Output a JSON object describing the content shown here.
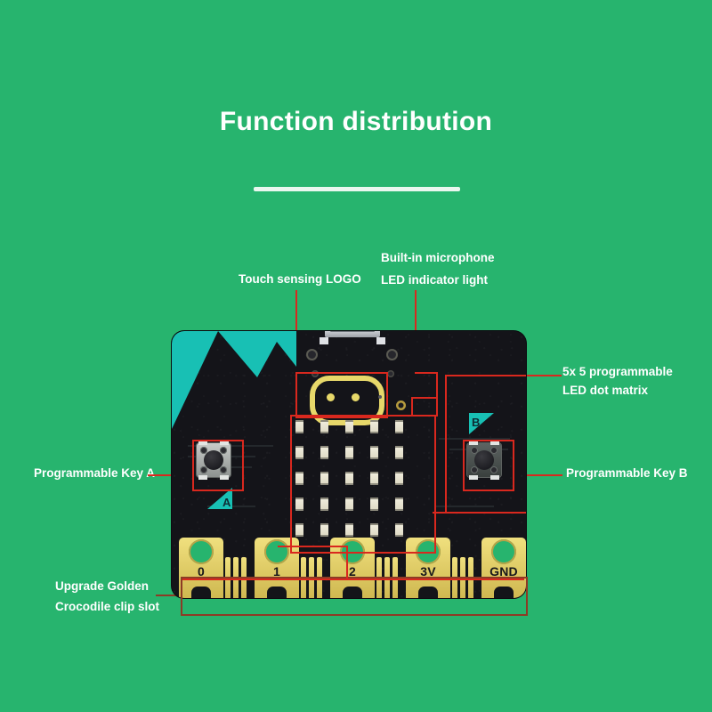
{
  "page": {
    "title": "Function distribution",
    "background_color": "#27b46e",
    "accent_red": "#d9281e",
    "accent_teal": "#18c0b4",
    "gold": "#e7d86a",
    "board_color": "#141419"
  },
  "callouts": [
    {
      "id": "touch-logo",
      "label": "Touch sensing LOGO"
    },
    {
      "id": "microphone",
      "label": "Built-in microphone"
    },
    {
      "id": "led-indicator",
      "label": "LED indicator light"
    },
    {
      "id": "matrix-1",
      "label": "5x 5 programmable"
    },
    {
      "id": "matrix-2",
      "label": "LED dot matrix"
    },
    {
      "id": "key-a",
      "label": "Programmable Key A"
    },
    {
      "id": "key-b",
      "label": "Programmable Key B"
    },
    {
      "id": "croc-1",
      "label": "Upgrade Golden"
    },
    {
      "id": "croc-2",
      "label": "Crocodile clip slot"
    }
  ],
  "board": {
    "button_a_marker": "A",
    "button_b_marker": "B",
    "edge_connector": {
      "pins": [
        {
          "label": "0"
        },
        {
          "label": "1"
        },
        {
          "label": "2"
        },
        {
          "label": "3V"
        },
        {
          "label": "GND"
        }
      ]
    },
    "led_matrix": {
      "rows": 5,
      "cols": 5
    }
  }
}
